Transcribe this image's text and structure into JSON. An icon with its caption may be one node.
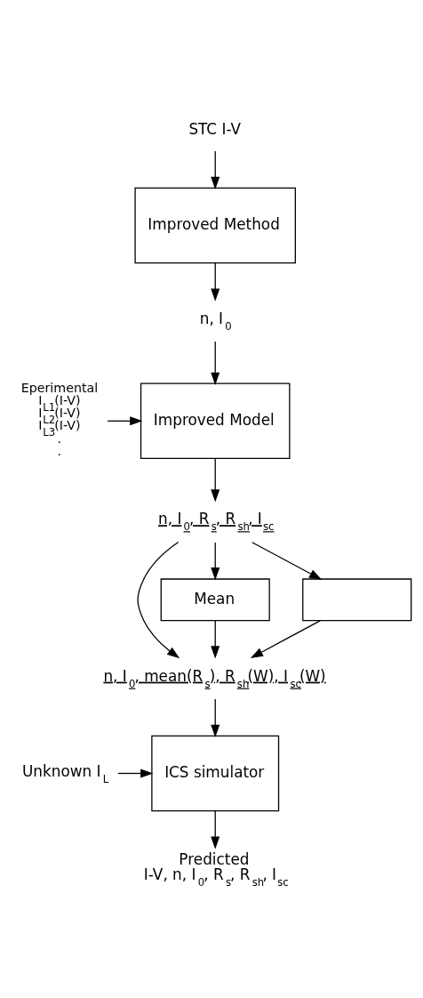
{
  "diagram": {
    "nodes": [
      {
        "text": [
          "STC I-V"
        ]
      },
      {
        "text": [
          "Improved Method"
        ]
      },
      {
        "text": [
          "n, I$_{0}$"
        ]
      },
      {
        "text": [
          "Eperimental",
          "I$_{L1}$(I-V)",
          "I$_{L2}$(I-V)",
          "I$_{L3}$(I-V)",
          ".",
          "."
        ]
      },
      {
        "text": [
          "Improved Model"
        ]
      },
      {
        "text": [
          "n, I$_{0}$, R$_{s}$, R$_{sh}$, I$_{sc}$"
        ]
      },
      {
        "text": [
          "Mean"
        ]
      },
      {
        "text": [],
        "shape": "box"
      },
      {
        "text": [
          "n, I$_{0}$, mean(R$_{s}$), R$_{sh}$(W), I$_{sc}$(W)"
        ]
      },
      {
        "text": [
          "Unknown I$_{L}$"
        ]
      },
      {
        "text": [
          "ICS simulator"
        ]
      },
      {
        "text": [
          "Predicted",
          "I-V, n, I$_{0}$, R$_{s}$, R$_{sh}$, I$_{sc}$"
        ]
      }
    ],
    "edges": [
      {
        "from": 0,
        "to": 1,
        "arrow": "to"
      },
      {
        "from": 1,
        "to": 2,
        "arrow": "to"
      },
      {
        "from": 2,
        "to": 4,
        "arrow": "to"
      },
      {
        "from": 3,
        "to": 4,
        "arrow": "to"
      },
      {
        "from": 4,
        "to": 5,
        "arrow": "to"
      },
      {
        "from": 5,
        "to": 8,
        "arrow": "to"
      },
      {
        "from": 5,
        "to": 6,
        "arrow": "to"
      },
      {
        "from": 5,
        "to": 7,
        "arrow": "to"
      },
      {
        "from": 6,
        "to": 8,
        "arrow": "to"
      },
      {
        "from": 7,
        "to": 8,
        "arrow": "to"
      },
      {
        "from": 8,
        "to": 10,
        "arrow": "to"
      },
      {
        "from": 9,
        "to": 10,
        "arrow": "to"
      },
      {
        "from": 10,
        "to": 11,
        "arrow": "to"
      }
    ]
  }
}
